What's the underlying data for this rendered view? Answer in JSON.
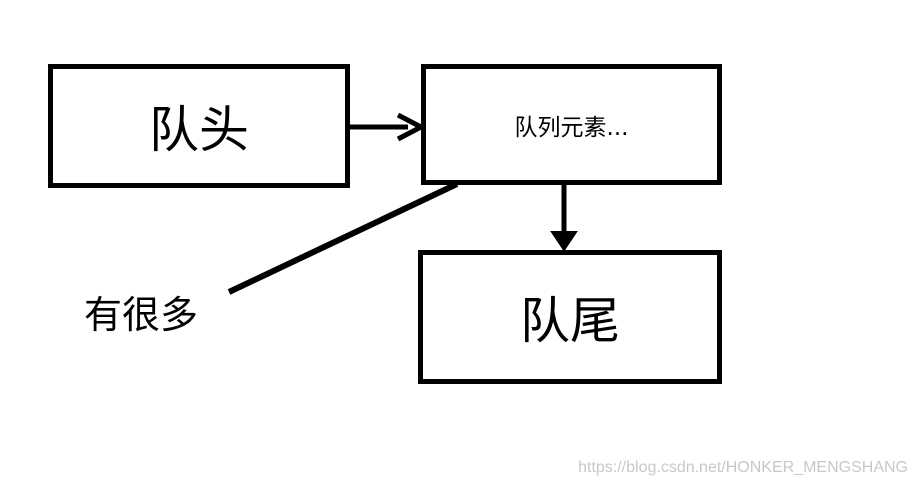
{
  "nodes": {
    "queue_head": "队头",
    "queue_elements": "队列元素...",
    "queue_tail": "队尾"
  },
  "annotation": {
    "many_label": "有很多"
  },
  "watermark": "https://blog.csdn.net/HONKER_MENGSHANG",
  "colors": {
    "stroke": "#000000",
    "background": "#ffffff",
    "watermark": "#c8c8c8"
  }
}
